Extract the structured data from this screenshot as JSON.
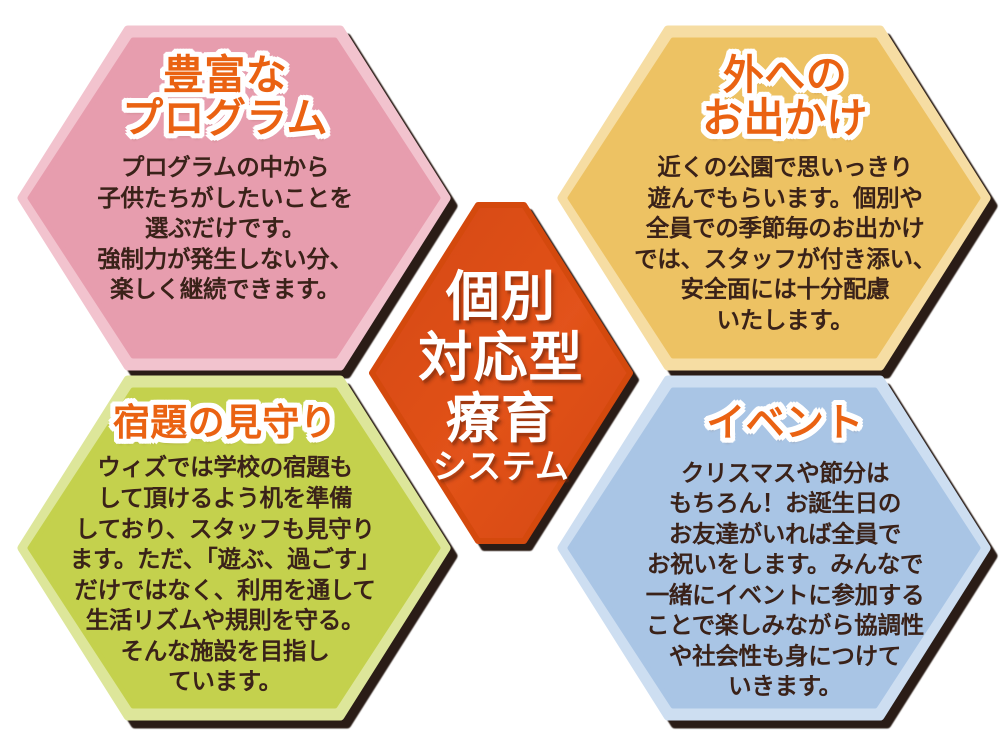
{
  "graphic": {
    "type": "hexagon-cluster-infographic",
    "center": {
      "lines": [
        "個別",
        "対応型",
        "療育",
        "システム"
      ],
      "color": "#dd4f18",
      "text_color": "#ffffff"
    },
    "cells": [
      {
        "id": "program",
        "position": "top-left",
        "title": "豊富な\nプログラム",
        "body": "プログラムの中から\n子供たちがしたいことを\n選ぶだけです。\n強制力が発生しない分、\n楽しく継続できます。",
        "fill": "#e79dae",
        "inner_border": "#f3c7d0"
      },
      {
        "id": "outing",
        "position": "top-right",
        "title": "外への\nお出かけ",
        "body": "近くの公園で思いっきり\n遊んでもらいます。個別や\n全員での季節毎のお出かけ\nでは、スタッフが付き添い、\n安全面には十分配慮\nいたします。",
        "fill": "#edc264",
        "inner_border": "#f6dfa8"
      },
      {
        "id": "homework",
        "position": "bottom-left",
        "title": "宿題の見守り",
        "body": "ウィズでは学校の宿題も\nして頂けるよう机を準備\nしており、スタッフも見守り\nます。ただ、「遊ぶ、過ごす」\nだけではなく、利用を通して\n生活リズムや規則を守る。\nそんな施設を目指し\nています。",
        "fill": "#c4d14d",
        "inner_border": "#dde69a"
      },
      {
        "id": "event",
        "position": "bottom-right",
        "title": "イベント",
        "body": "クリスマスや節分は\nもちろん！お誕生日の\nお友達がいれば全員で\nお祝いをします。みんなで\n一緒にイベントに参加する\nことで楽しみながら協調性\nや社会性も身につけて\nいきます。",
        "fill": "#a9c5e5",
        "inner_border": "#cddff1"
      }
    ],
    "colors": {
      "title_orange": "#ea6212",
      "title_outline": "#ffffff",
      "body_text": "#3a2219",
      "shadow": "#2b1c17",
      "center_orange_light": "#e2521a",
      "center_orange_dark": "#b83a10",
      "background": "#ffffff"
    }
  }
}
